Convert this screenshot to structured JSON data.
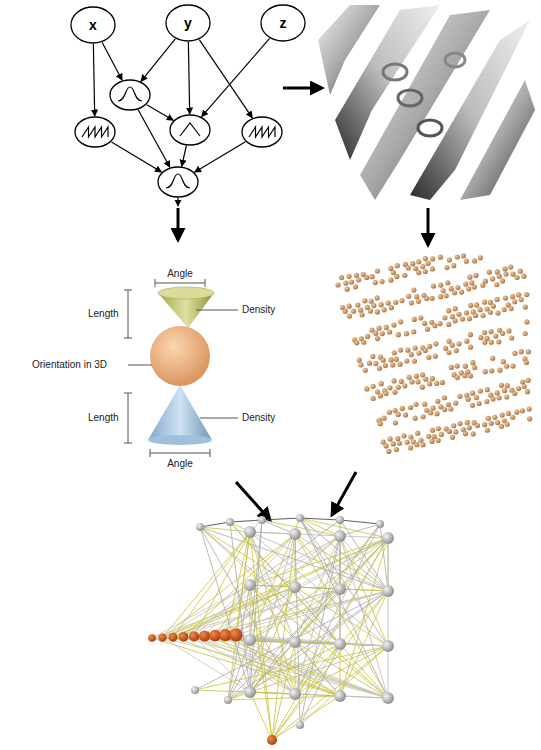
{
  "diagram": {
    "nodes": [
      {
        "text": [
          "x"
        ]
      },
      {
        "text": [
          "y"
        ]
      },
      {
        "text": [
          "z"
        ]
      }
    ],
    "labels": [
      "Angle",
      "Length",
      "Density",
      "Orientation in 3D",
      "Length",
      "Density",
      "Angle"
    ]
  }
}
